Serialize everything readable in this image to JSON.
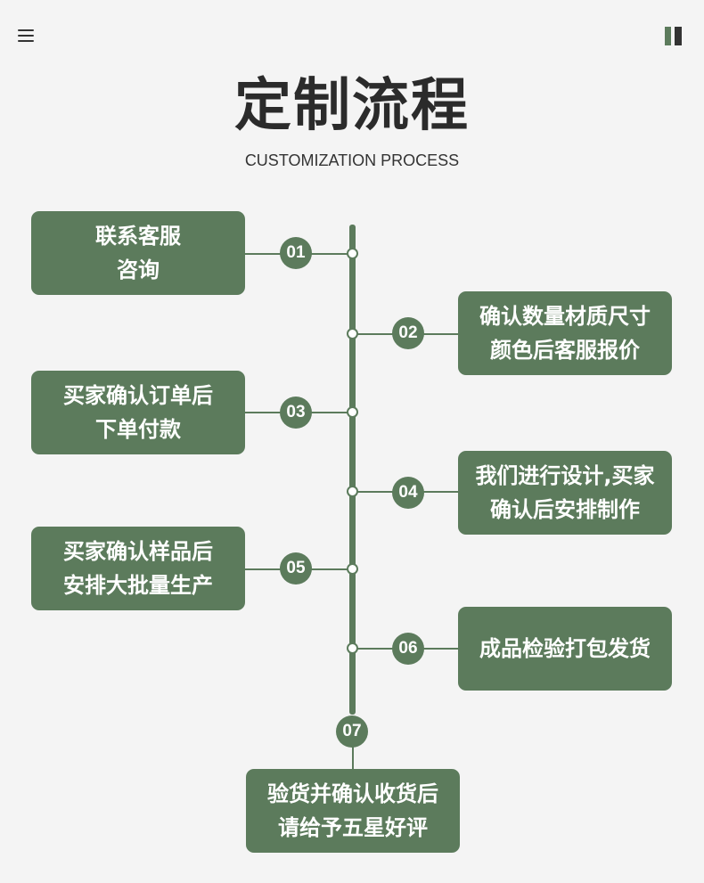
{
  "header": {
    "title": "定制流程",
    "subtitle": "CUSTOMIZATION PROCESS"
  },
  "icons": {
    "menu": "hamburger-menu-icon",
    "brand": "vertical-bars-icon"
  },
  "colors": {
    "accent": "#5c7b5c",
    "background": "#f4f4f4",
    "title": "#2b2b2b",
    "card_text": "#ffffff"
  },
  "steps": [
    {
      "number": "01",
      "side": "left",
      "lines": [
        "联系客服",
        "咨询"
      ]
    },
    {
      "number": "02",
      "side": "right",
      "lines": [
        "确认数量材质尺寸",
        "颜色后客服报价"
      ]
    },
    {
      "number": "03",
      "side": "left",
      "lines": [
        "买家确认订单后",
        "下单付款"
      ]
    },
    {
      "number": "04",
      "side": "right",
      "lines": [
        "我们进行设计,买家",
        "确认后安排制作"
      ]
    },
    {
      "number": "05",
      "side": "left",
      "lines": [
        "买家确认样品后",
        "安排大批量生产"
      ]
    },
    {
      "number": "06",
      "side": "right",
      "lines": [
        "成品检验打包发货"
      ]
    },
    {
      "number": "07",
      "side": "bottom",
      "lines": [
        "验货并确认收货后",
        "请给予五星好评"
      ]
    }
  ]
}
